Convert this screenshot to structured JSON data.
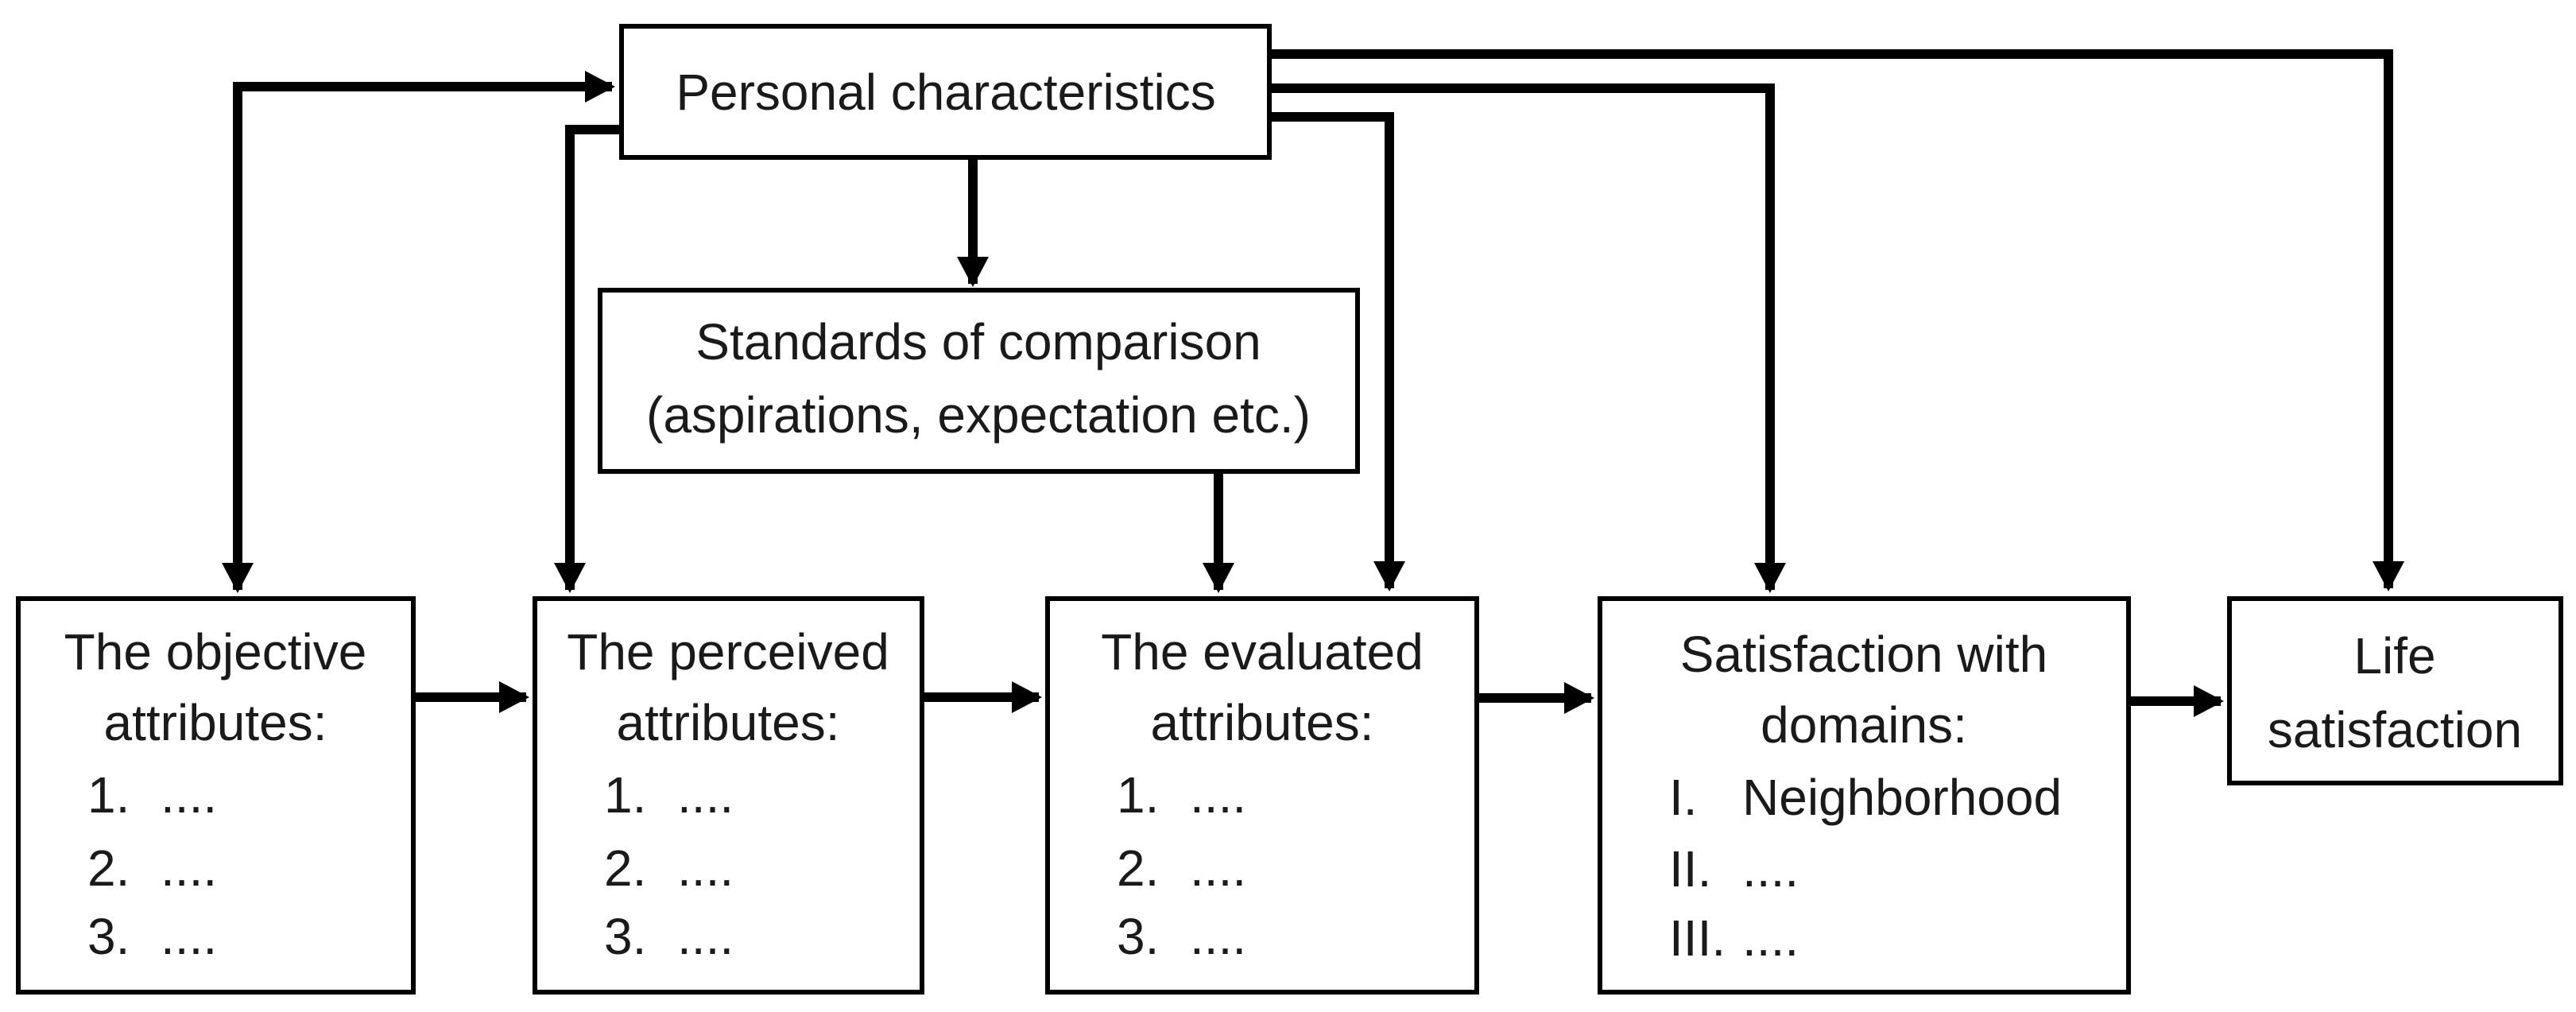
{
  "figure": {
    "background_color": "#ffffff",
    "line_color": "#000000",
    "text_color": "#1a1a1a"
  },
  "boxes": {
    "personal": {
      "label": "Personal characteristics"
    },
    "standards": {
      "line1": "Standards of comparison",
      "line2": "(aspirations, expectation etc.)"
    },
    "objective": {
      "title1": "The objective",
      "title2": "attributes:",
      "item1_label": "1.",
      "item1_value": "....",
      "item2_label": "2.",
      "item2_value": "....",
      "item3_label": "3.",
      "item3_value": "...."
    },
    "perceived": {
      "title1": "The perceived",
      "title2": "attributes:",
      "item1_label": "1.",
      "item1_value": "....",
      "item2_label": "2.",
      "item2_value": "....",
      "item3_label": "3.",
      "item3_value": "...."
    },
    "evaluated": {
      "title1": "The evaluated",
      "title2": "attributes:",
      "item1_label": "1.",
      "item1_value": "....",
      "item2_label": "2.",
      "item2_value": "....",
      "item3_label": "3.",
      "item3_value": "...."
    },
    "satisfaction": {
      "title1": "Satisfaction with",
      "title2": "domains:",
      "item1_label": "I.",
      "item1_value": "Neighborhood",
      "item2_label": "II.",
      "item2_value": "....",
      "item3_label": "III.",
      "item3_value": "...."
    },
    "life": {
      "line1": "Life",
      "line2": "satisfaction"
    }
  }
}
